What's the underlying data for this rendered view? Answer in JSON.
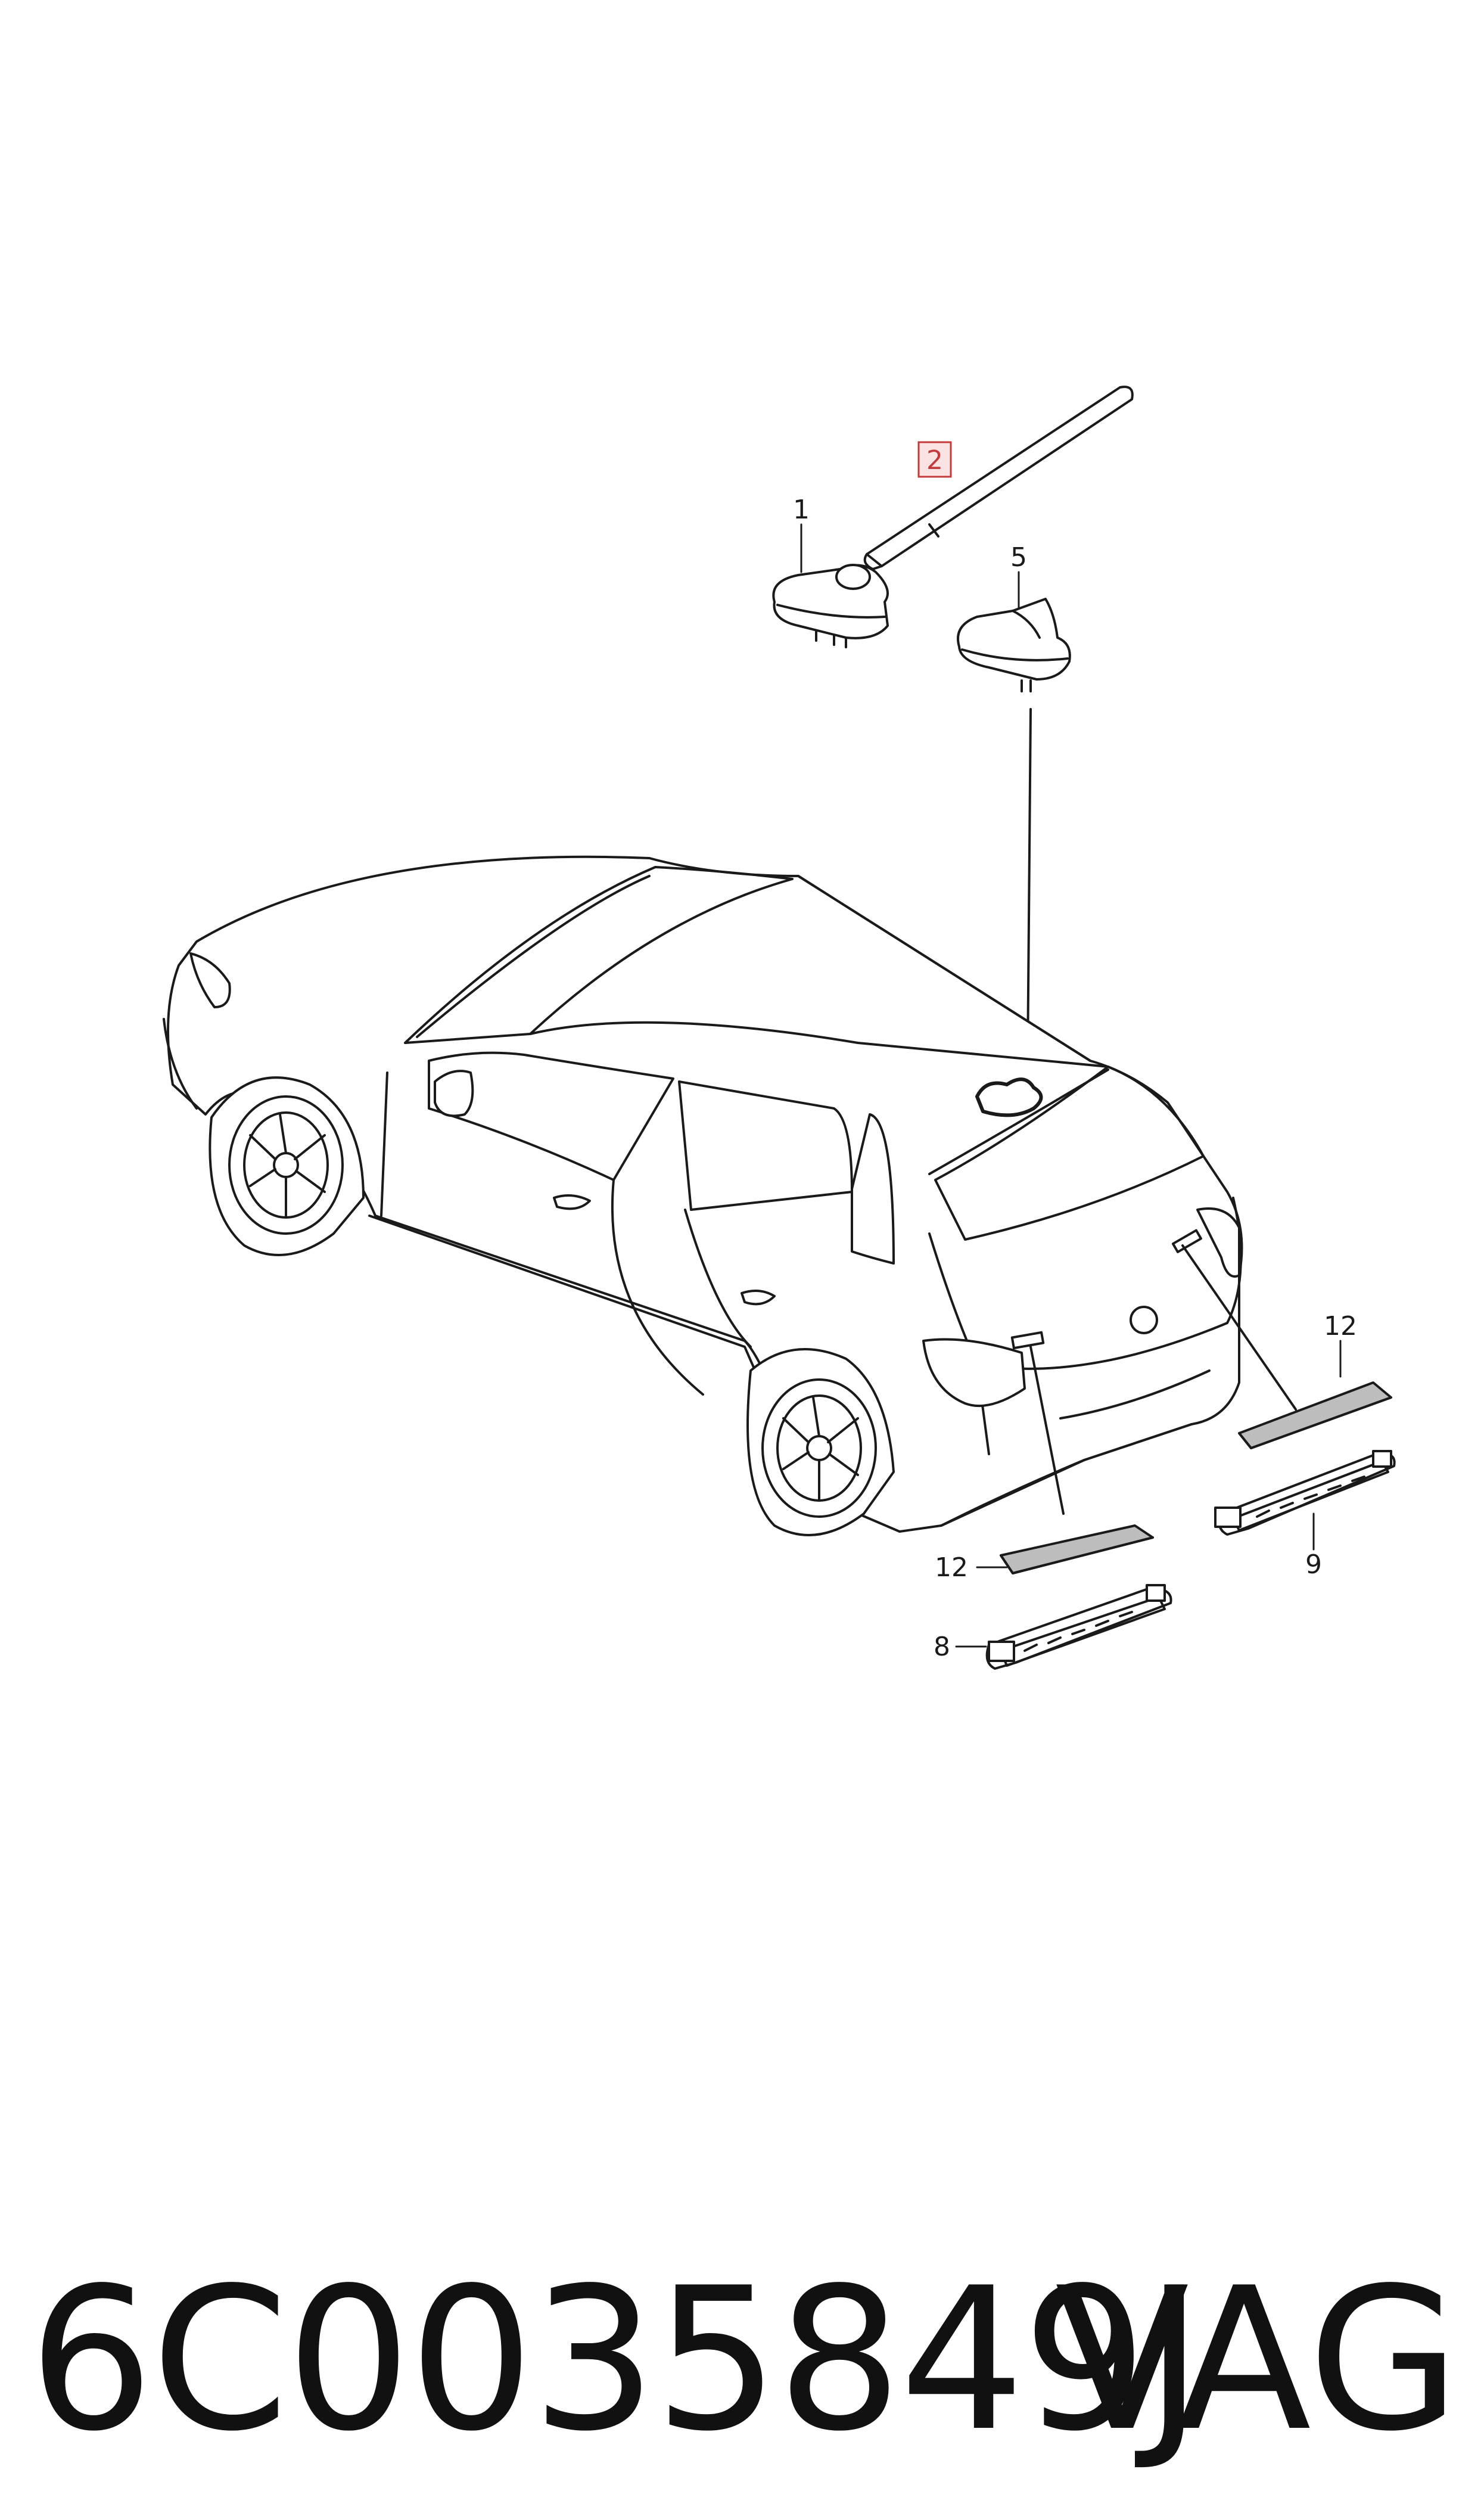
{
  "callouts": {
    "c1": "1",
    "c2": "2",
    "c5": "5",
    "c8": "8",
    "c9": "9",
    "c12a": "12",
    "c12b": "12"
  },
  "colors": {
    "line": "#1a1a1a",
    "highlight": "#c43a3a",
    "highlight_fill": "#fbe3e3"
  },
  "footer": {
    "part_number": "6C0035849J",
    "brand": "VAG"
  }
}
